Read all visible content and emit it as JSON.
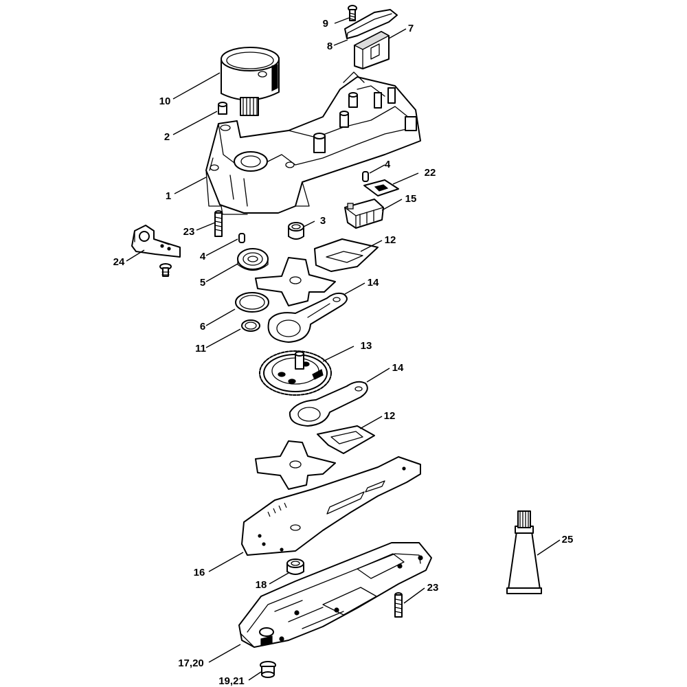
{
  "diagram": {
    "labels": [
      "9",
      "8",
      "7",
      "10",
      "2",
      "1",
      "4",
      "22",
      "15",
      "23",
      "3",
      "4",
      "24",
      "5",
      "12",
      "6",
      "14",
      "11",
      "13",
      "14",
      "12",
      "16",
      "18",
      "23",
      "25",
      "17,20",
      "19,21"
    ]
  }
}
